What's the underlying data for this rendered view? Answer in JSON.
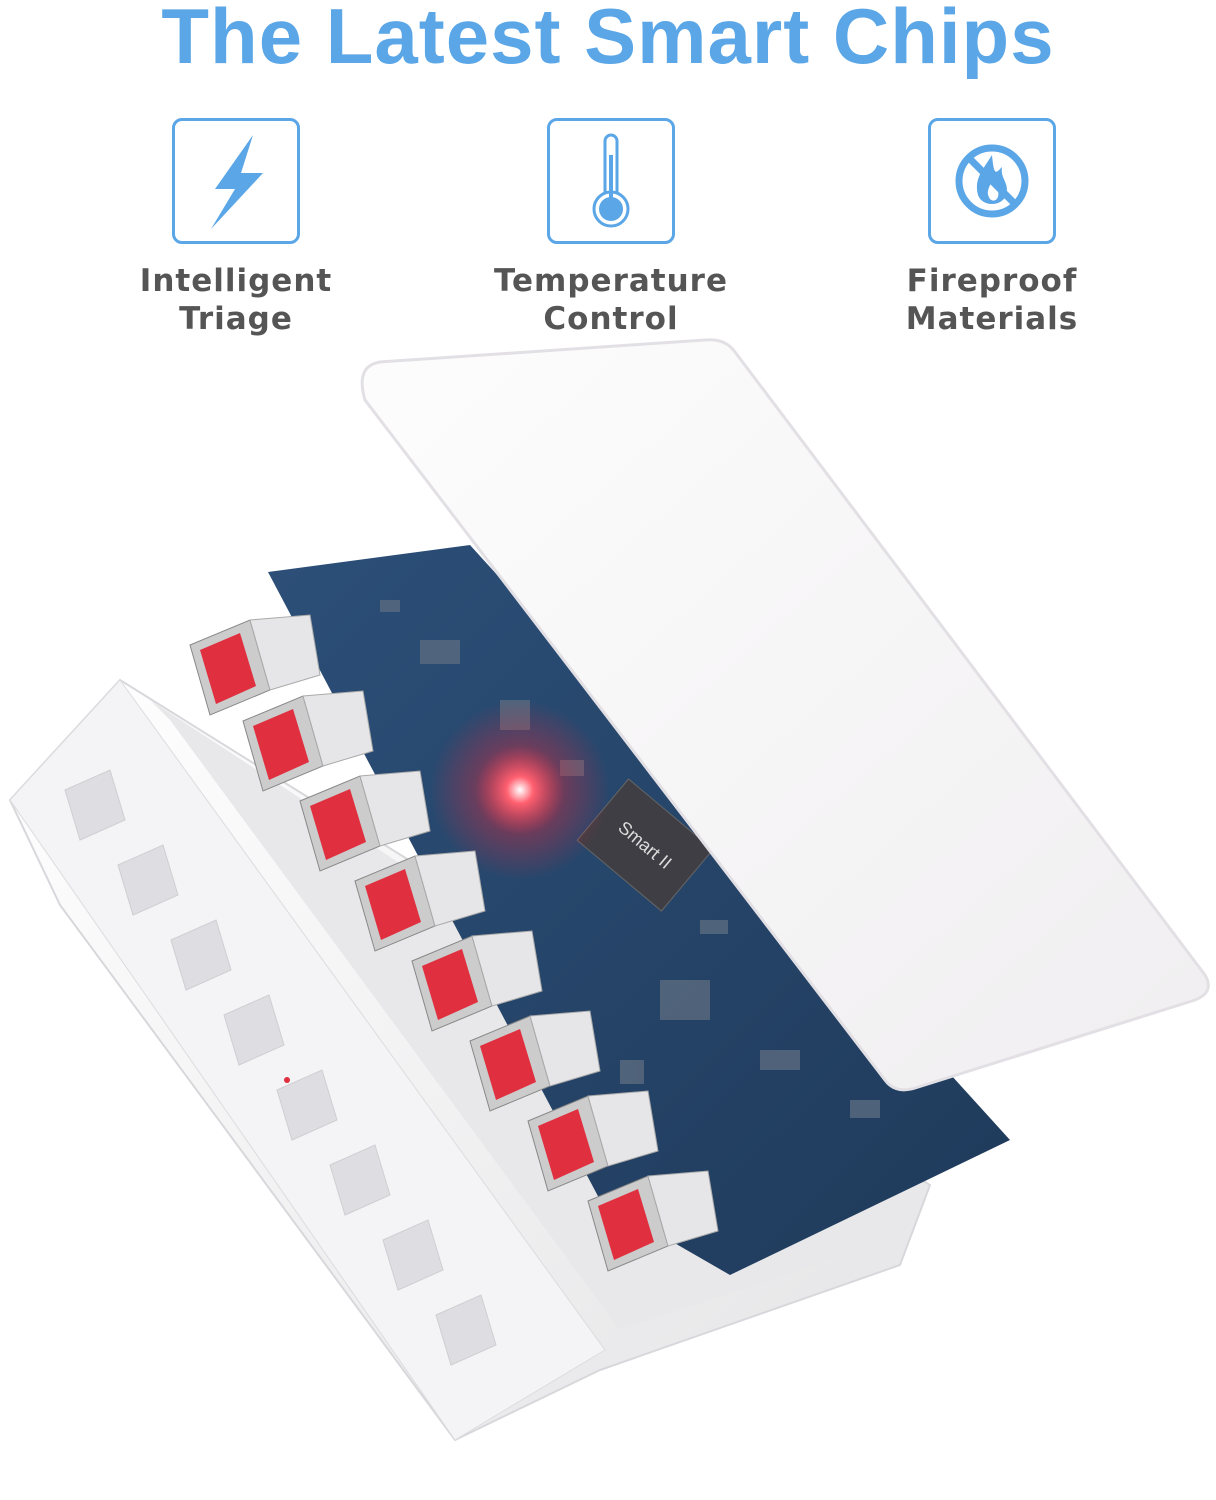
{
  "headline": "The Latest Smart Chips",
  "features": [
    {
      "icon": "lightning-icon",
      "line1": "Intelligent",
      "line2": "Triage"
    },
    {
      "icon": "thermometer-icon",
      "line1": "Temperature",
      "line2": "Control"
    },
    {
      "icon": "no-fire-icon",
      "line1": "Fireproof",
      "line2": "Materials"
    }
  ],
  "chip_label": "Smart II",
  "colors": {
    "accent": "#5aa6e6",
    "text": "#555555",
    "pcb": "#2a4a6e",
    "port": "#e03040"
  }
}
